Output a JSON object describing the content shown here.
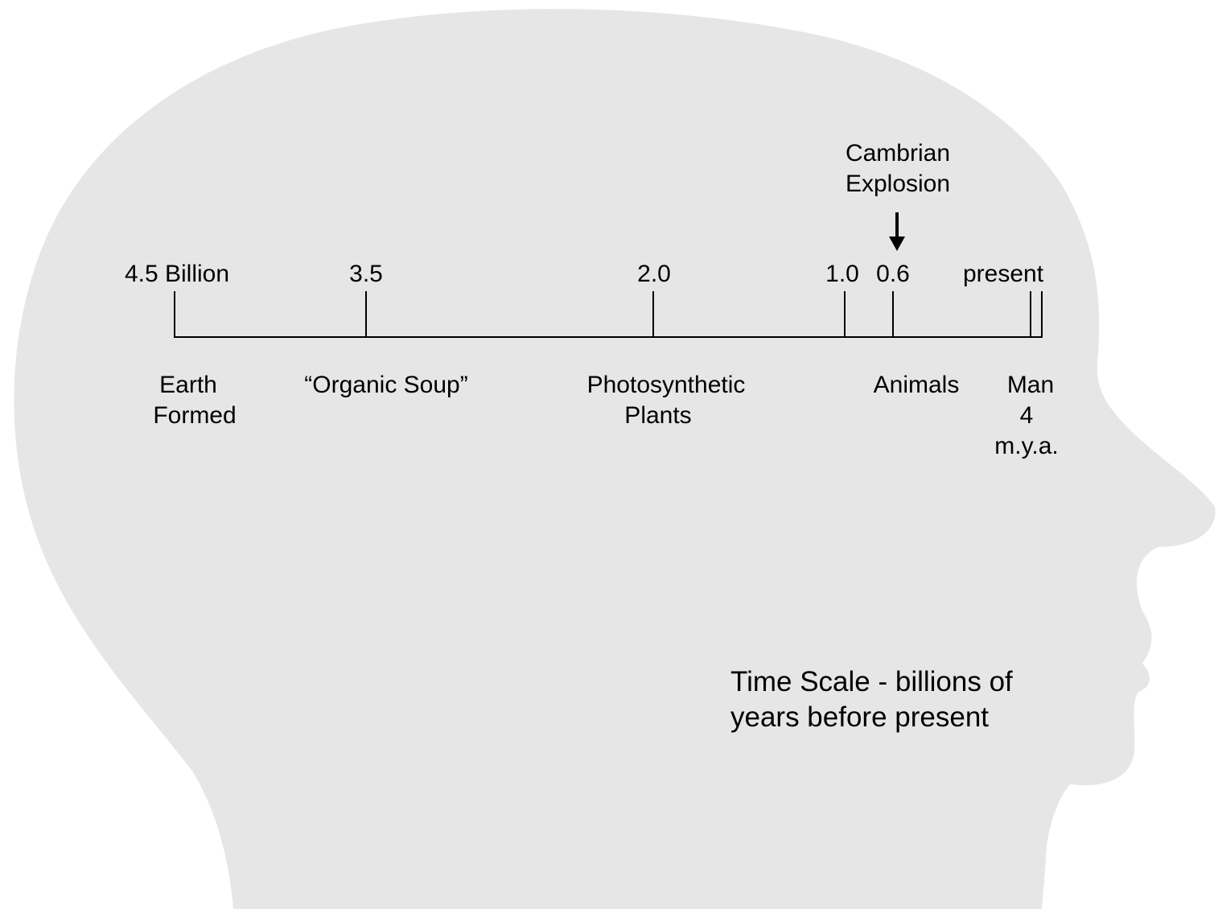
{
  "colors": {
    "silhouette": "#e6e6e6",
    "ink": "#000000",
    "background": "#ffffff"
  },
  "timeline": {
    "ticks": [
      {
        "value": 4.5,
        "label": "4.5 Billion"
      },
      {
        "value": 3.5,
        "label": "3.5"
      },
      {
        "value": 2.0,
        "label": "2.0"
      },
      {
        "value": 1.0,
        "label": "1.0"
      },
      {
        "value": 0.6,
        "label": "0.6"
      },
      {
        "value": 0.0,
        "label": "present"
      }
    ],
    "events": [
      {
        "lines": [
          "Earth",
          "Formed"
        ]
      },
      {
        "lines": [
          "“Organic Soup”"
        ]
      },
      {
        "lines": [
          "Photosynthetic",
          "Plants"
        ]
      },
      {
        "lines": [
          "Animals"
        ]
      },
      {
        "lines": [
          "Man",
          "4",
          "m.y.a."
        ]
      }
    ],
    "annotation": {
      "line1": "Cambrian",
      "line2": "Explosion",
      "arrow_icon": "down-arrow-icon"
    }
  },
  "caption": {
    "line1": "Time Scale - billions of",
    "line2": "years before present"
  }
}
